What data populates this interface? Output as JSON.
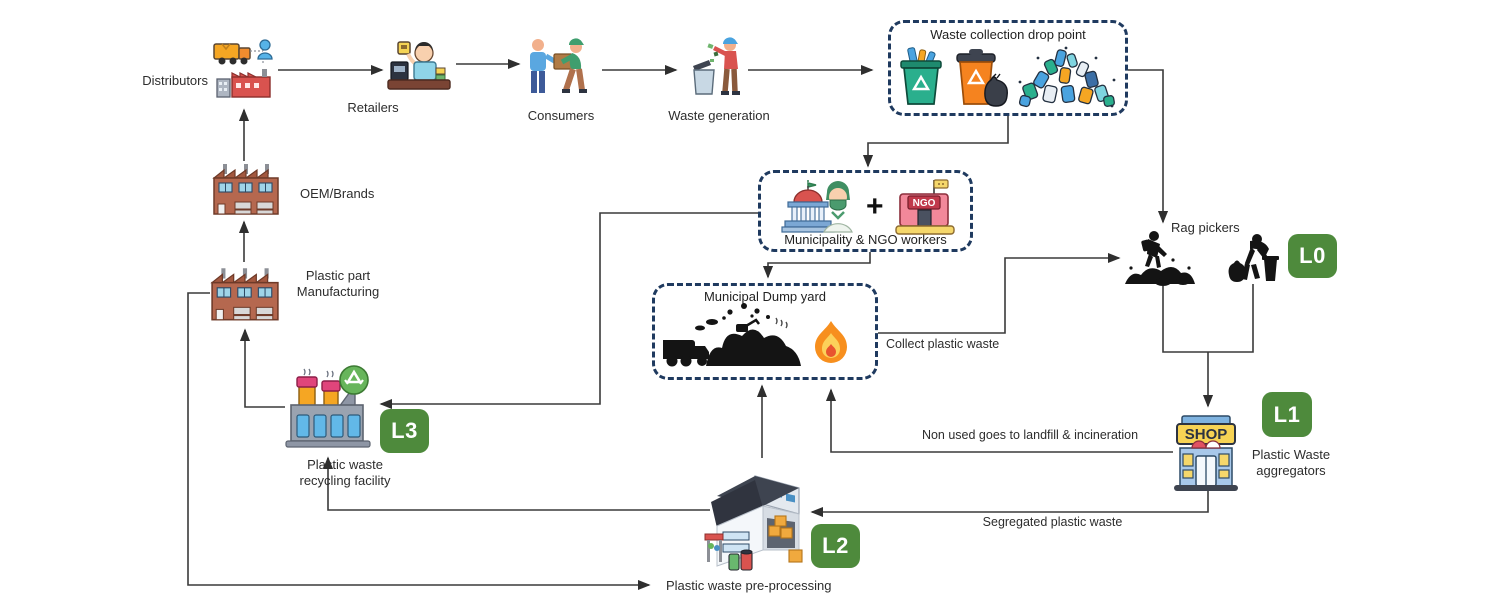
{
  "diagram": {
    "nodes": {
      "distributors": {
        "label": "Distributors"
      },
      "retailers": {
        "label": "Retailers"
      },
      "consumers": {
        "label": "Consumers"
      },
      "waste_generation": {
        "label": "Waste generation"
      },
      "waste_collection": {
        "title": "Waste collection drop point"
      },
      "oem_brands": {
        "label": "OEM/Brands"
      },
      "manufacturing": {
        "label_line1": "Plastic part",
        "label_line2": "Manufacturing"
      },
      "municipality_ngo": {
        "title": "Municipality & NGO workers",
        "plus": "+",
        "ngo_sign": "NGO"
      },
      "dump_yard": {
        "title": "Municipal Dump yard"
      },
      "rag_pickers": {
        "label": "Rag pickers",
        "badge": "L0"
      },
      "aggregators": {
        "label_line1": "Plastic Waste",
        "label_line2": "aggregators",
        "badge": "L1",
        "shop_sign": "SHOP"
      },
      "preprocessing": {
        "label": "Plastic waste pre-processing",
        "badge": "L2"
      },
      "recycling_facility": {
        "label_line1": "Plastic waste",
        "label_line2": "recycling facility",
        "badge": "L3"
      }
    },
    "edge_labels": {
      "collect": "Collect plastic waste",
      "non_used": "Non used goes to landfill & incineration",
      "segregated": "Segregated plastic waste"
    },
    "colors": {
      "badge_green": "#4e8a3c",
      "dashed_box": "#1f3a5f",
      "line": "#3a3a3a"
    }
  }
}
